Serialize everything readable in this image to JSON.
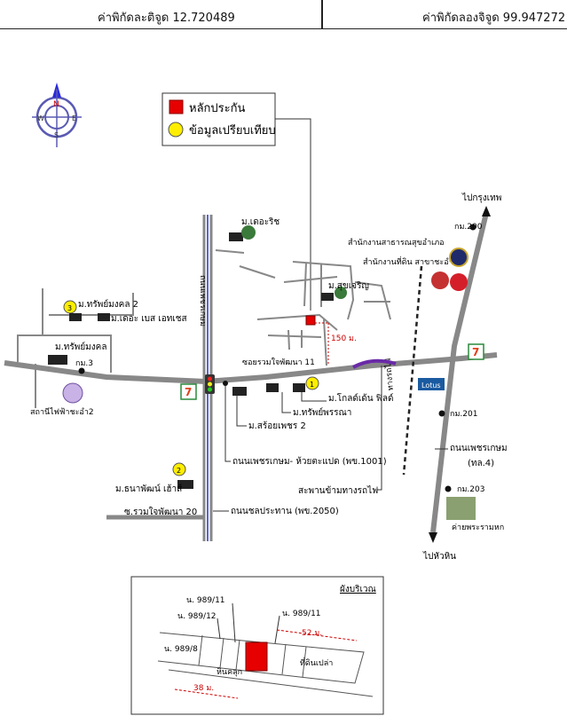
{
  "header": {
    "lat_label": "ค่าพิกัดละติจูด 12.720489",
    "lon_label": "ค่าพิกัดลองจิจูด 99.947272"
  },
  "compass": {
    "n": "N",
    "s": "S",
    "e": "E",
    "w": "W"
  },
  "legend": {
    "collateral": "หลักประกัน",
    "comparison": "ข้อมูลเปรียบเทียบ",
    "collateral_color": "#e60000",
    "comparison_color": "#ffee00"
  },
  "labels": {
    "to_bangkok": "ไปกรุงเทพ",
    "to_huahin": "ไปหัวหิน",
    "km200": "กม.200",
    "km201": "กม.201",
    "km203": "กม.203",
    "km3": "กม.3",
    "land_office": "สำนักงานที่ดิน สาขาชะอำ",
    "district_office": "สำนักงานสาธารณสุขอำเภอ",
    "petchkasem_road": "ถนนเพชรเกษม",
    "route4": "(ทล.4)",
    "camp": "ค่ายพระรามหก",
    "railway": "ทางรถไฟ",
    "the_rich": "ม.เดอะริช",
    "suksiri": "ม.สุขเจริญ",
    "sap_mongkol2": "ม.ทรัพย์มงคล 2",
    "the_base": "ม.เดอะ เบส เอทเชส",
    "sap_mongkol": "ม.ทรัพย์มงคล",
    "power_station": "สถานีไฟฟ้าชะอำ2",
    "side_road_vertical": "ถนนเพชรเกษม",
    "soi_rawm_11": "ซอยรวมใจพัฒนา 11",
    "dist_150": "150 ม.",
    "golden_field": "ม.โกลด์เด้น ฟิลด์",
    "sap_phanna": "ม.ทรัพย์พรรณา",
    "saroi_phet2": "ม.สร้อยเพชร 2",
    "road_1001": "ถนนเพชรเกษม- ห้วยตะแปด (พข.1001)",
    "overpass": "สะพานข้ามทางรถไฟ",
    "thanaphat_house": "ม.ธนาพัฒน์ เฮ้าส์",
    "soi_rawm_20": "ซ.รวมใจพัฒนา 20",
    "road_2050": "ถนนชลประทาน (พข.2050)",
    "lotus": "Lotus",
    "seven_eleven": "7"
  },
  "plot_plan": {
    "title": "ผังบริเวณ",
    "lot_989_11a": "น. 989/11",
    "lot_989_12": "น. 989/12",
    "lot_989_11b": "น. 989/11",
    "lot_989_8": "น. 989/8",
    "dist_52": "52 ม.",
    "empty_land": "ที่ดินเปล่า",
    "laterite_road": "หินคลุก",
    "dist_38": "38 ม."
  },
  "markers": {
    "one": "1",
    "two": "2",
    "three": "3"
  }
}
